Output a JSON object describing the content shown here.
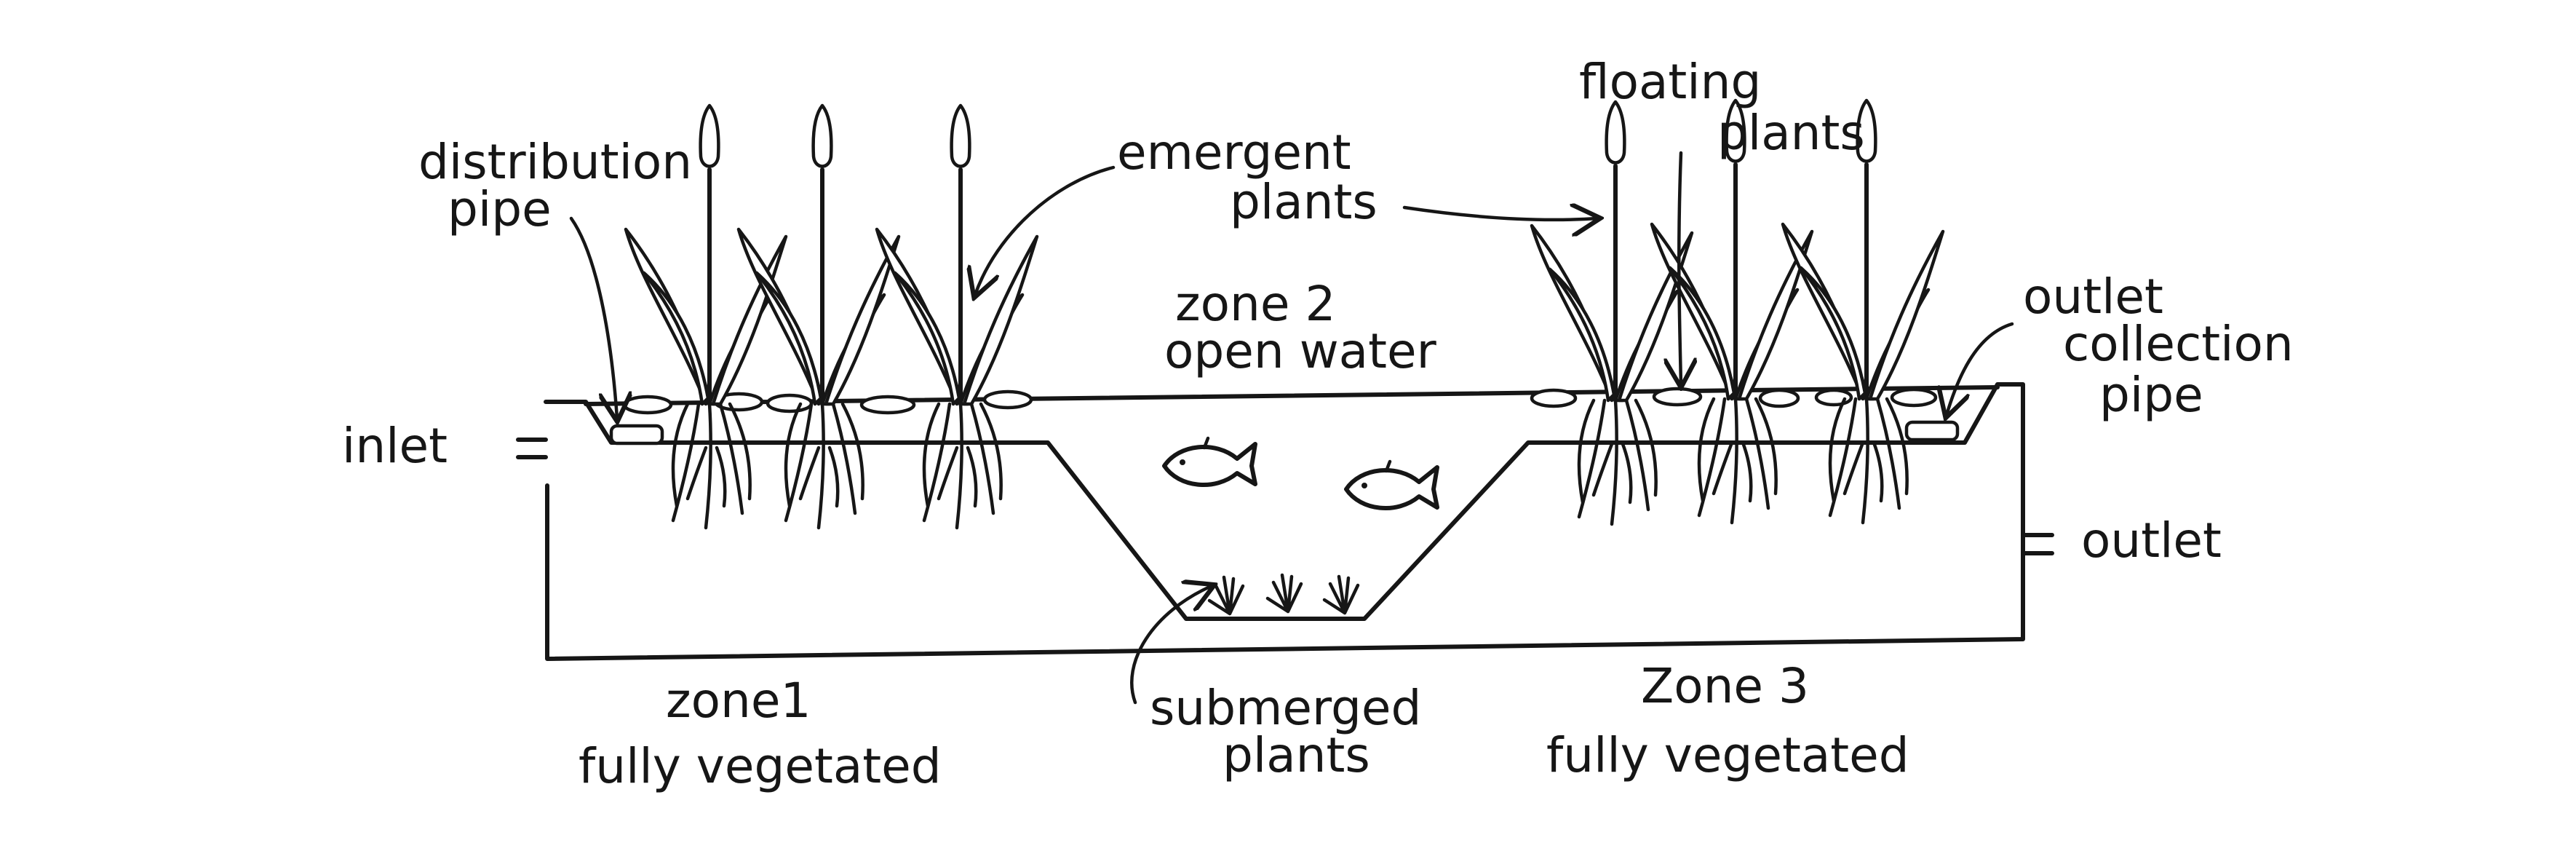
{
  "labels": {
    "distribution_pipe": [
      "distribution",
      "pipe"
    ],
    "emergent_plants": [
      "emergent",
      "plants"
    ],
    "floating_plants": [
      "floating",
      "plants"
    ],
    "zone2": [
      "zone 2",
      "open water"
    ],
    "outlet_collection_pipe": [
      "outlet",
      "collection",
      "pipe"
    ],
    "inlet": "inlet",
    "outlet": "outlet",
    "zone1": [
      "zone1",
      "fully vegetated"
    ],
    "submerged_plants": [
      "submerged",
      "plants"
    ],
    "zone3": [
      "Zone 3",
      "fully vegetated"
    ]
  }
}
